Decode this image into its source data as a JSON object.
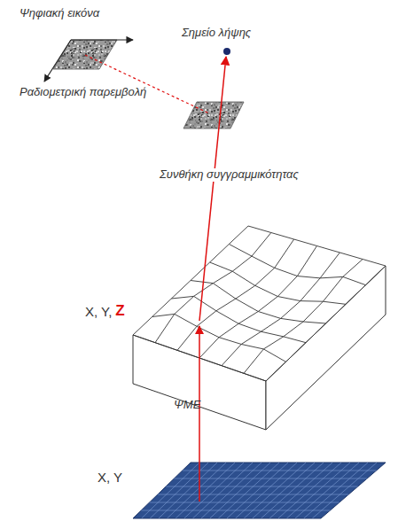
{
  "diagram": {
    "labels": [
      "Ψηφιακή εικόνα",
      "Σημείο λήψης",
      "Ραδιομετρική παρεμβολή",
      "Συνθήκη συγγραμμικότητας",
      "X, Y,",
      "Z",
      "ΨΜΕ",
      "X, Y"
    ]
  }
}
